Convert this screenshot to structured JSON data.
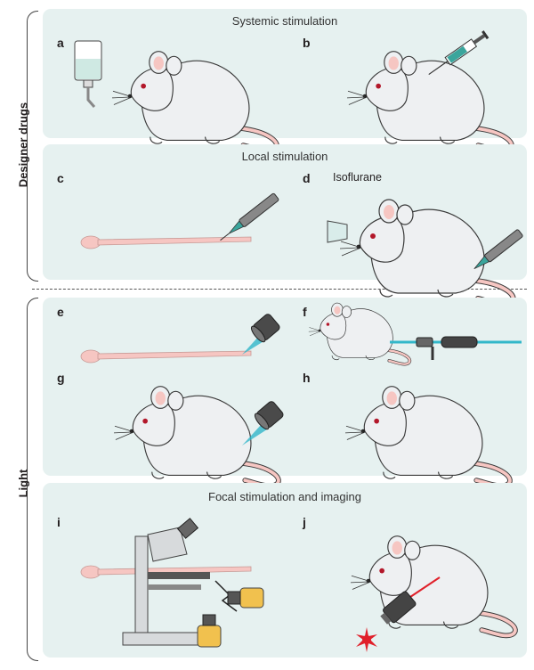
{
  "side_labels": {
    "top": "Designer drugs",
    "bottom": "Light"
  },
  "sections": {
    "systemic": "Systemic stimulation",
    "local": "Local stimulation",
    "focal": "Focal stimulation and imaging"
  },
  "panels": [
    "a",
    "b",
    "c",
    "d",
    "e",
    "f",
    "g",
    "h",
    "i",
    "j"
  ],
  "annotations": {
    "isoflurane": "Isoflurane"
  },
  "colors": {
    "panel_bg": "#e6f1f0",
    "mouse_body": "#eef0f2",
    "mouse_outline": "#3a3a3a",
    "tail": "#f6c6c2",
    "syringe_fluid": "#3aa59c",
    "light_beam": "#32b7c9",
    "laser": "#e0202a",
    "detector": "#f1c14e"
  },
  "icons": [
    "water-bottle-icon",
    "syringe-icon",
    "probe-icon",
    "nose-cone-icon",
    "led-icon",
    "optical-fiber-icon",
    "microscope-icon",
    "laser-objective-icon"
  ]
}
